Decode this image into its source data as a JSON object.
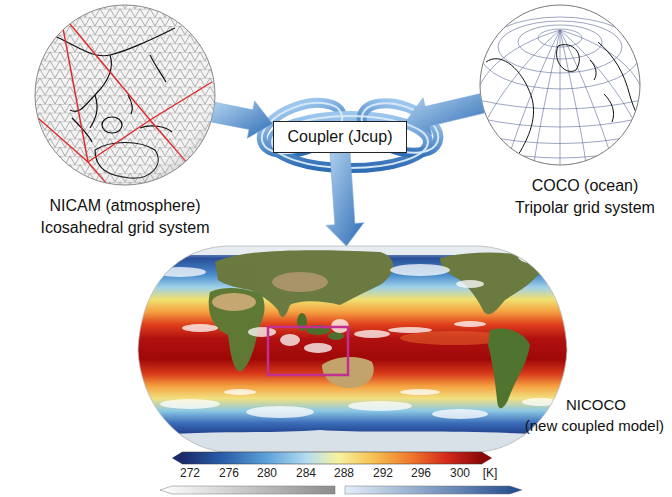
{
  "diagram": {
    "nodes": [
      {
        "text": [
          "NICAM (atmosphere)",
          "Icosahedral grid system"
        ]
      },
      {
        "text": [
          "COCO (ocean)",
          "Tripolar grid system"
        ]
      },
      {
        "text": [
          "Coupler (Jcup)"
        ]
      },
      {
        "text": [
          "NICOCO",
          "(new coupled model)"
        ]
      }
    ],
    "edges": [
      {
        "from": 0,
        "to": 2,
        "arrow": "to"
      },
      {
        "from": 1,
        "to": 2,
        "arrow": "to"
      },
      {
        "from": 2,
        "to": 3,
        "arrow": "to"
      }
    ],
    "labels": [
      "272",
      "276",
      "280",
      "284",
      "288",
      "292",
      "296",
      "300",
      "[K]"
    ]
  }
}
